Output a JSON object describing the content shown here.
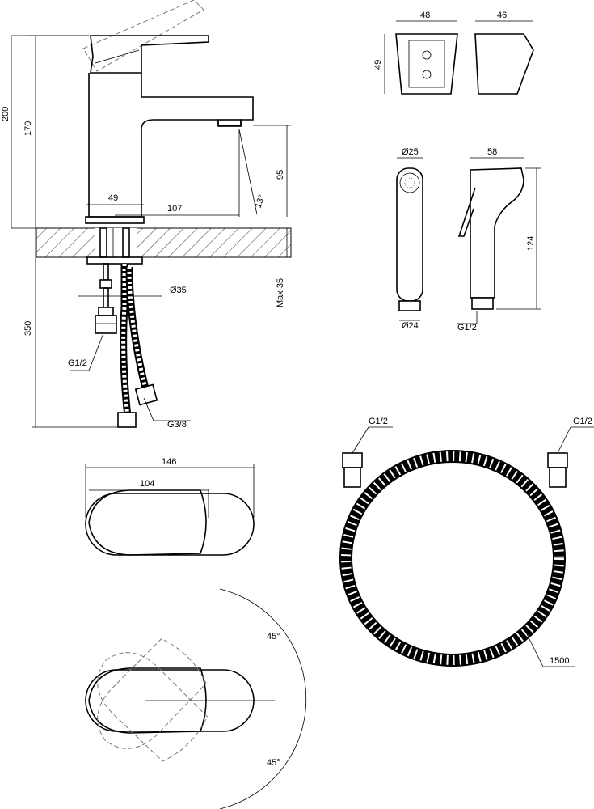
{
  "dims": {
    "faucet_height_total": "200",
    "faucet_spout_height": "170",
    "spout_drop": "95",
    "base_width": "49",
    "spout_reach": "107",
    "spout_angle": "13°",
    "mount_max_thickness": "Max 35",
    "shank_diameter": "Ø35",
    "hose_length_under": "350",
    "inlet_thread_left": "G1/2",
    "inlet_thread_right": "G3/8",
    "holder_width": "48",
    "holder_height": "49",
    "holder_depth": "46",
    "spray_diameter_top": "Ø25",
    "spray_diameter_bottom": "Ø24",
    "spray_depth": "58",
    "spray_length": "124",
    "spray_thread": "G1/2",
    "lever_length_total": "146",
    "lever_length_handle": "104",
    "lever_angle_top": "45°",
    "lever_angle_bottom": "45°",
    "hose_thread_left": "G1/2",
    "hose_thread_right": "G1/2",
    "hose_length": "1500"
  }
}
